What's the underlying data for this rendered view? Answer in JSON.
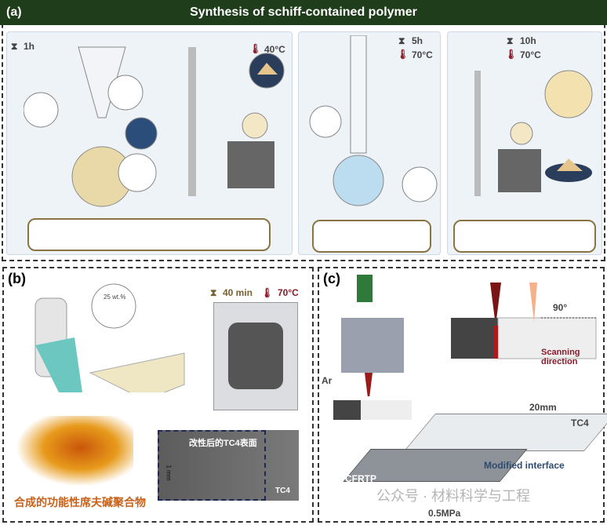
{
  "panel_a": {
    "label": "(a)",
    "title": "Synthesis of schiff-contained polymer",
    "step1": {
      "time": "1h"
    },
    "step2": {
      "temp": "40°C"
    },
    "step3": {
      "time": "5h",
      "temp": "70°C"
    },
    "step4": {
      "time": "10h",
      "temp": "70°C"
    }
  },
  "panel_b": {
    "label": "(b)",
    "concentration": "25 wt.%",
    "time": "40 min",
    "temp": "70°C",
    "surface_label": "改性后的TC4表面",
    "scale": "1 mm",
    "substrate": "TC4",
    "caption": "合成的功能性席夫碱聚合物"
  },
  "panel_c": {
    "label": "(c)",
    "gas": "Ar",
    "angle": "90°",
    "scan": "Scanning direction",
    "width": "20mm",
    "top_plate": "TC4",
    "interface": "Modified interface",
    "bottom_plate": "CFRTP",
    "pressure": "0.5MPa"
  },
  "watermark": "公众号 · 材料科学与工程",
  "colors": {
    "header": "#1f3d1a",
    "time": "#7a6030",
    "temp": "#8b1a2a",
    "laser": "#9b1b1b"
  }
}
